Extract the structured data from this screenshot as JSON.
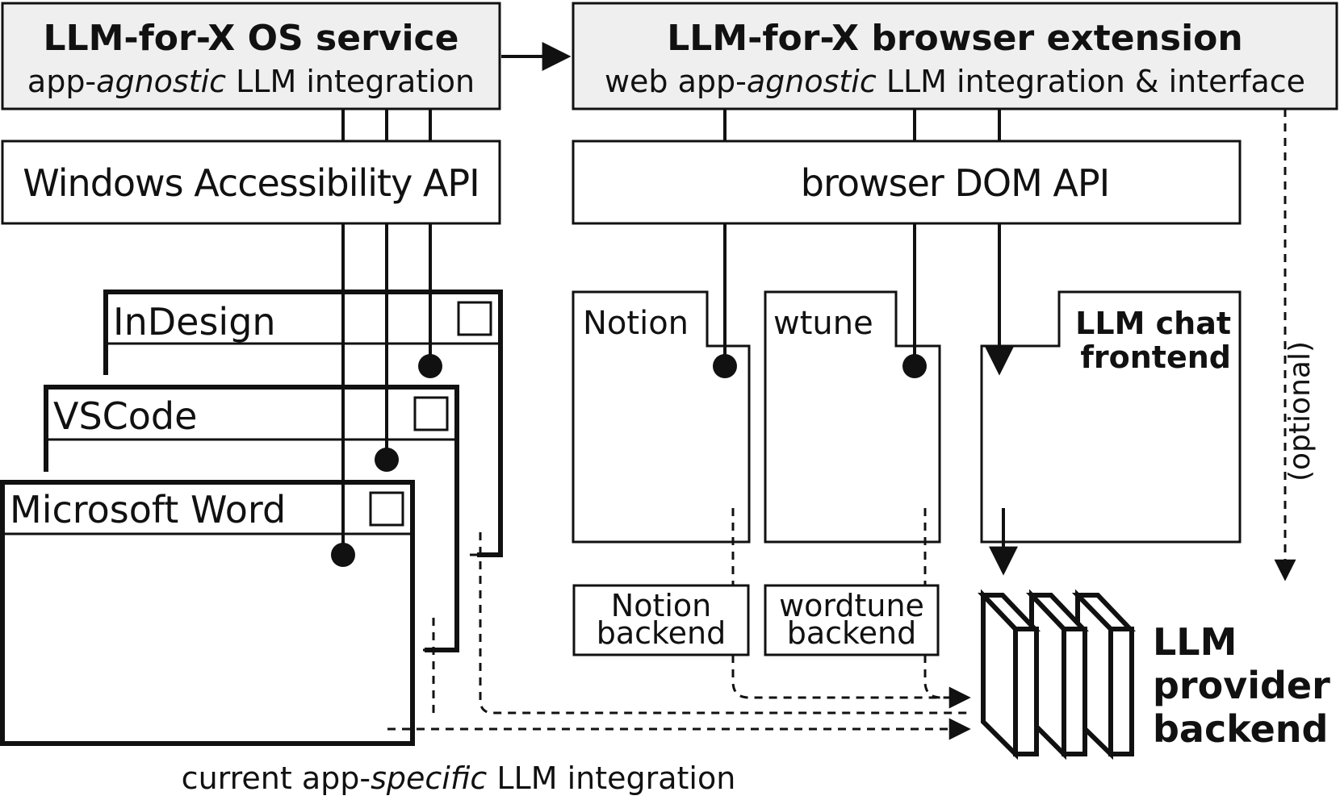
{
  "os_service": {
    "title": "LLM-for-X OS service",
    "subtitle_pre": "app-",
    "subtitle_em": "agnostic",
    "subtitle_post": " LLM integration"
  },
  "browser_extension": {
    "title": "LLM-for-X browser extension",
    "subtitle_pre": "web app-",
    "subtitle_em": "agnostic",
    "subtitle_post": " LLM integration & interface"
  },
  "apis": {
    "windows": "Windows Accessibility API",
    "browser": "browser DOM API"
  },
  "desktop_apps": [
    "InDesign",
    "VSCode",
    "Microsoft Word"
  ],
  "web_apps": {
    "notion": "Notion",
    "wtune": "wtune",
    "chat_line1": "LLM chat",
    "chat_line2": "frontend"
  },
  "backends": {
    "notion_line1": "Notion",
    "notion_line2": "backend",
    "wordtune_line1": "wordtune",
    "wordtune_line2": "backend"
  },
  "provider": {
    "line1": "LLM",
    "line2": "provider",
    "line3": "backend"
  },
  "optional_label": "(optional)",
  "caption": {
    "pre": "current app-",
    "em": "specific",
    "post": " LLM integration"
  },
  "colors": {
    "stroke": "#111111",
    "box_fill": "#efefef",
    "background": "#ffffff"
  }
}
